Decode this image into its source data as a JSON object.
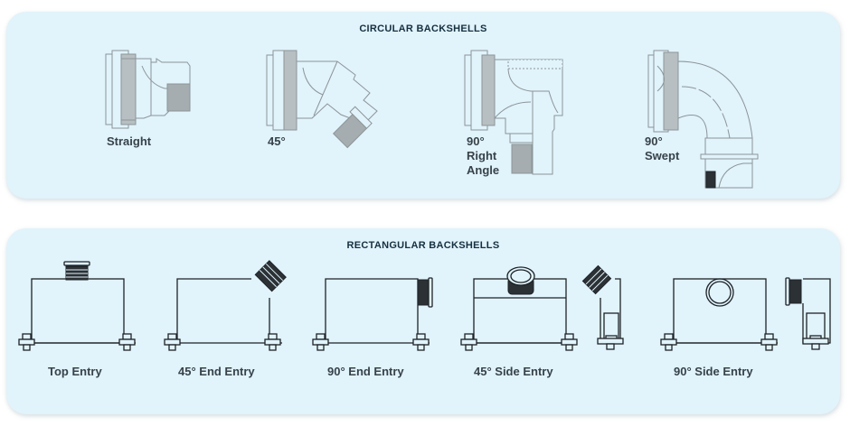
{
  "circular": {
    "title": "CIRCULAR BACKSHELLS",
    "items": [
      {
        "label": "Straight"
      },
      {
        "label": "45°"
      },
      {
        "label_lines": [
          "90°",
          "Right",
          "Angle"
        ]
      },
      {
        "label_lines": [
          "90°",
          "Swept"
        ]
      }
    ]
  },
  "rectangular": {
    "title": "RECTANGULAR BACKSHELLS",
    "items": [
      {
        "label": "Top Entry"
      },
      {
        "label": "45° End Entry"
      },
      {
        "label": "90° End Entry"
      },
      {
        "label": "45° Side Entry"
      },
      {
        "label": "90° Side Entry"
      }
    ]
  },
  "colors": {
    "panel_bg": "#e1f3fb",
    "title": "#15303f",
    "label": "#37424a",
    "circular_line": "#8c9598",
    "rect_line": "#1d2327"
  }
}
